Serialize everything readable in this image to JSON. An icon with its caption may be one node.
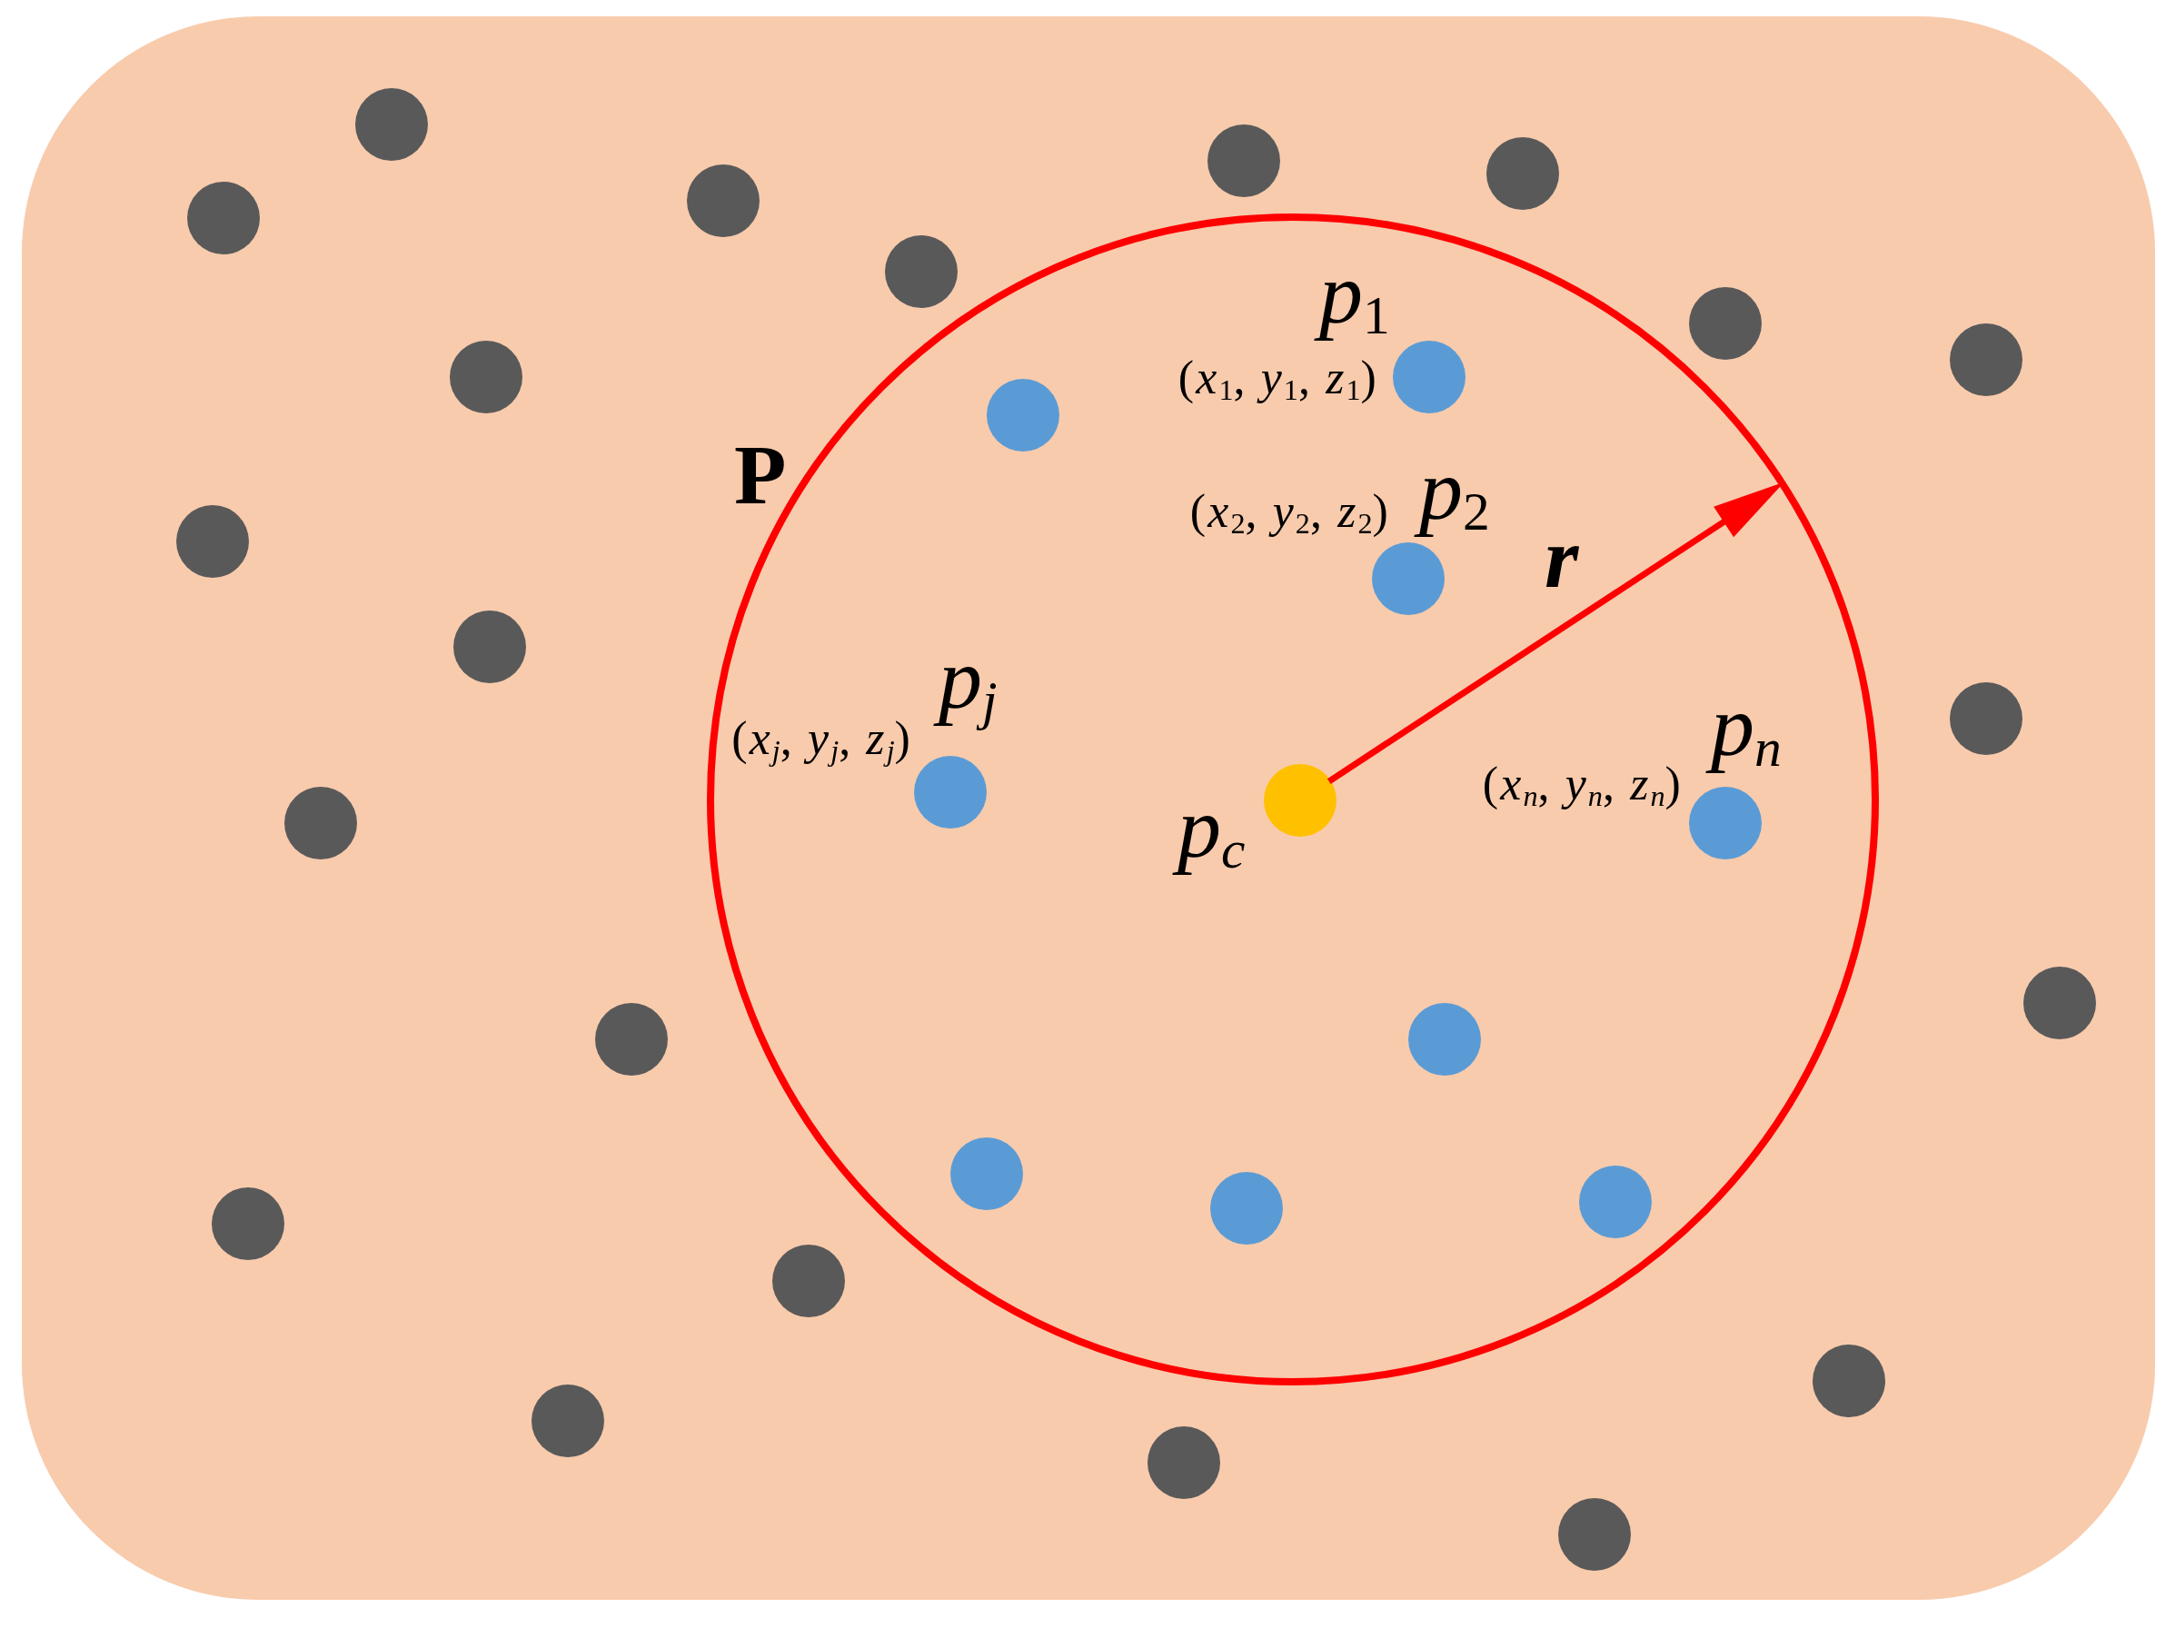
{
  "diagram": {
    "labels": [
      "*p*$_{1}$",
      "(*x*$_{1}$, *y*$_{1}$, *z*$_{1}$)",
      "P",
      "(*x*$_{2}$, *y*$_{2}$, *z*$_{2}$)",
      "*p*$_{2}$",
      "r",
      "(*x*$_{j}$, *y*$_{j}$, *z*$_{j}$)",
      "p$_{j}$",
      "(*x*$_{n}$, *y*$_{n}$, *z*$_{n}$)",
      "p$_{n}$",
      "p$_{c}$"
    ]
  }
}
